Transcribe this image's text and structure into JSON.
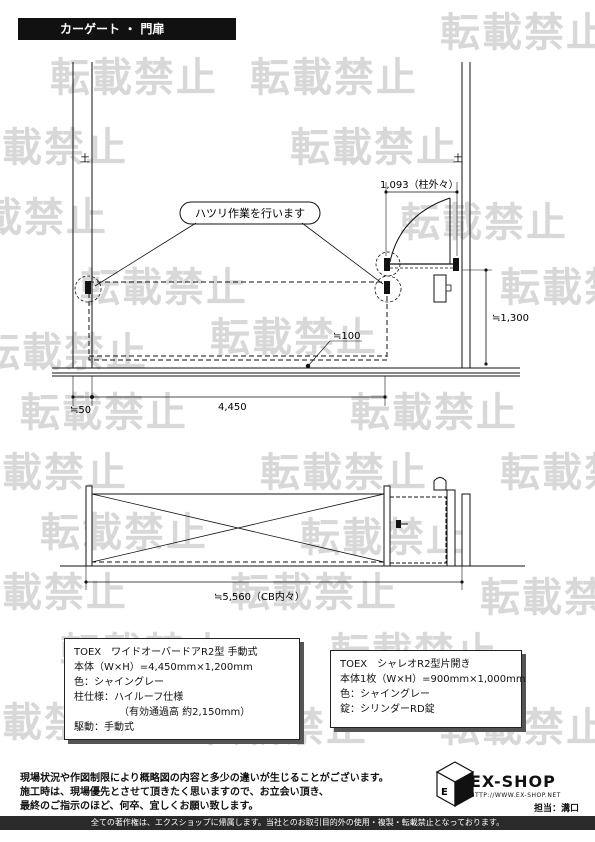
{
  "title": "カーゲート ・ 門扉",
  "watermark_text": "転載禁止",
  "plan": {
    "label_ground": "土",
    "callout": "ハツリ作業を行います",
    "dim_width_outside": "1,093（柱外々）",
    "dim_height": "≒1,300",
    "dim_100": "≒100",
    "dim_50": "≒50",
    "dim_4450": "4,450"
  },
  "elevation": {
    "dim_total": "≒5,560（CB内々）"
  },
  "spec_cargate": {
    "lines": [
      "TOEX　ワイドオーバードアR2型 手動式",
      "本体（W×H）=4,450mm×1,200mm",
      "色：シャイングレー",
      "柱仕様：ハイルーフ仕様",
      "　　　　　（有効通過高 約2,150mm）",
      "駆動：手動式"
    ]
  },
  "spec_gate": {
    "lines": [
      "TOEX　シャレオR2型片開き",
      "本体1枚（W×H）=900mm×1,000mm",
      "色：シャイングレー",
      "錠：シリンダーRD錠"
    ]
  },
  "notes": [
    "現場状況や作図制限により概略図の内容と多少の違いが生じることがございます。",
    "施工時は、現場優先とさせて頂きたく思いますので、お立会い頂き、",
    "最終のご指示のほど、何卒、宜しくお願い致します。"
  ],
  "logo": {
    "name": "EX-SHOP",
    "url": "HTTP://WWW.EX-SHOP.NET"
  },
  "staff": "担当：溝口",
  "copyright": "全ての著作権は、エクスショップに帰属します。当社とのお取引目的外の使用・複製・転載禁止となっております。"
}
